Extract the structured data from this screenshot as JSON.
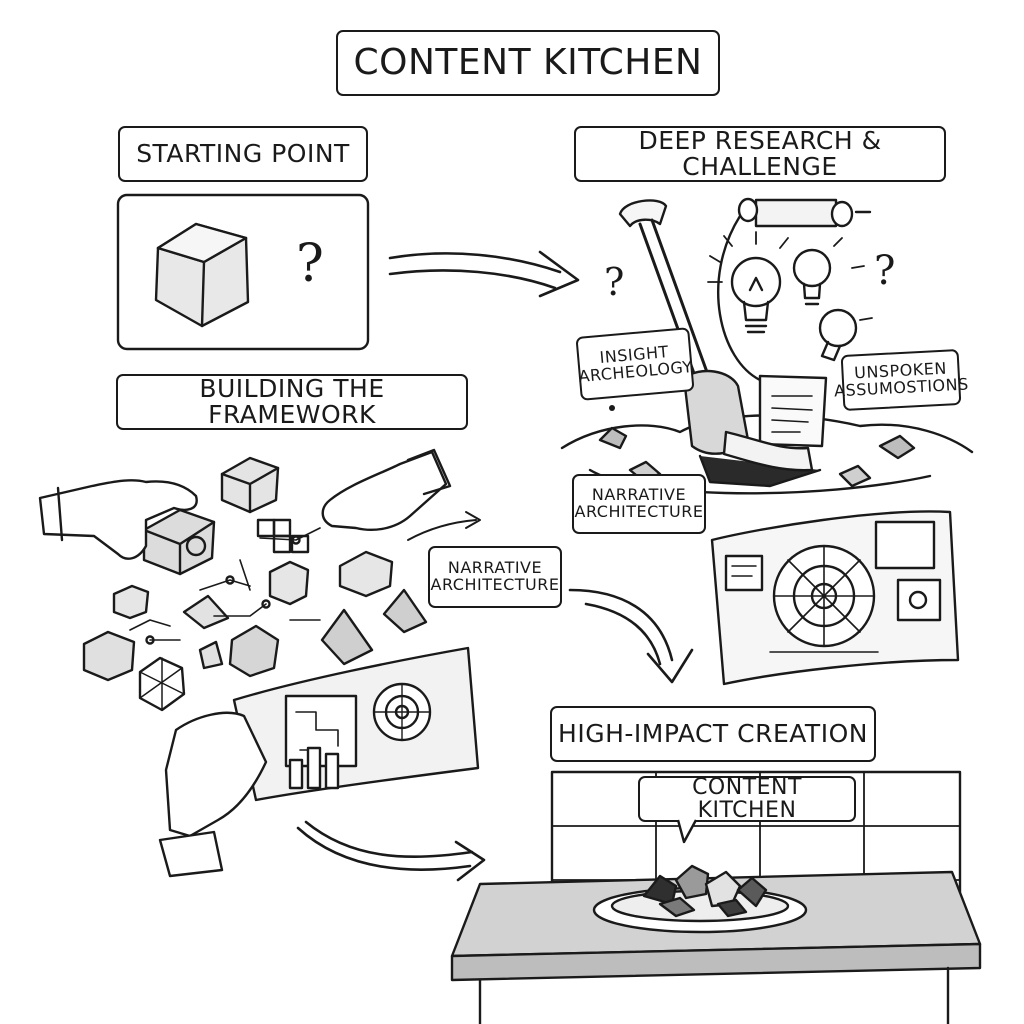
{
  "title": "CONTENT KITCHEN",
  "stages": {
    "starting_point": "STARTING POINT",
    "deep_research": "DEEP RESEARCH & CHALLENGE",
    "building_framework": "BUILDING THE FRAMEWORK",
    "high_impact": "HIGH-IMPACT CREATION"
  },
  "annotations": {
    "insight_archeology": "INSIGHT\nARCHEOLOGY",
    "unspoken_assumptions": "UNSPOKEN\nASSUMOSTIONS",
    "narrative_architecture_top": "NARRATIVE\nARCHITECTURE",
    "narrative_architecture_mid": "NARRATIVE\nARCHITECTURE",
    "kitchen_speech": "CONTENT KITCHEN"
  },
  "glyphs": {
    "question": "?"
  }
}
